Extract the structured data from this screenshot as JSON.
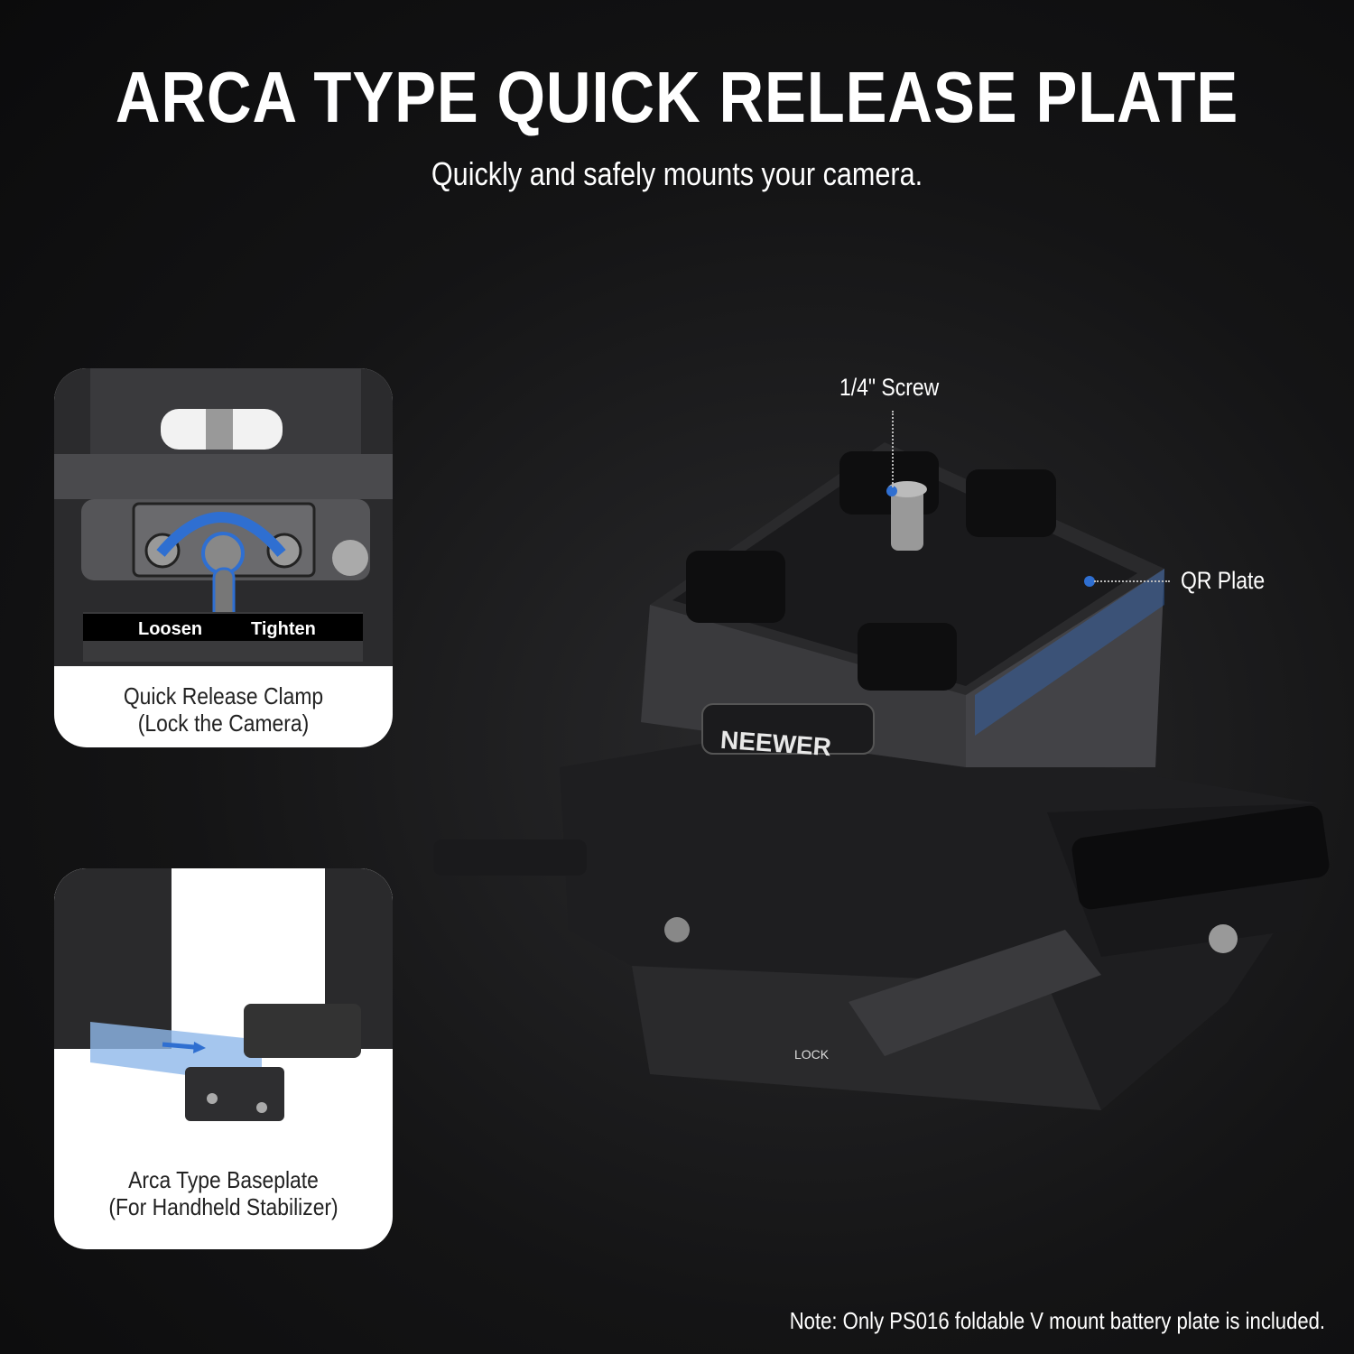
{
  "header": {
    "title": "ARCA TYPE QUICK RELEASE PLATE",
    "subtitle": "Quickly and safely mounts your camera."
  },
  "cards": [
    {
      "caption_line1": "Quick Release Clamp",
      "caption_line2": "(Lock the Camera)",
      "loosen": "Loosen",
      "tighten": "Tighten"
    },
    {
      "caption_line1": "Arca Type Baseplate",
      "caption_line2": "(For Handheld Stabilizer)"
    }
  ],
  "callouts": {
    "screw": "1/4\" Screw",
    "qr_plate": "QR Plate"
  },
  "product": {
    "brand": "NEEWER",
    "lock_text": "LOCK"
  },
  "note": "Note: Only PS016 foldable V mount battery plate is included.",
  "colors": {
    "accent": "#2f6fd1",
    "background": "#141415"
  }
}
